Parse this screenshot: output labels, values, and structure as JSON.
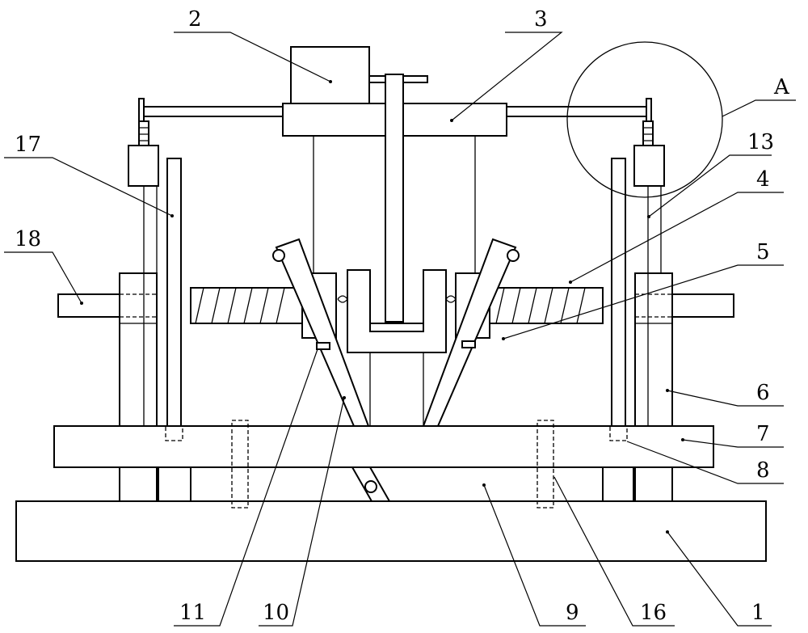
{
  "labels": {
    "l1": "1",
    "l2": "2",
    "l3": "3",
    "l4": "4",
    "l5": "5",
    "l6": "6",
    "l7": "7",
    "l8": "8",
    "l9": "9",
    "l10": "10",
    "l11": "11",
    "l13": "13",
    "l16": "16",
    "l17": "17",
    "l18": "18",
    "lA": "A"
  }
}
